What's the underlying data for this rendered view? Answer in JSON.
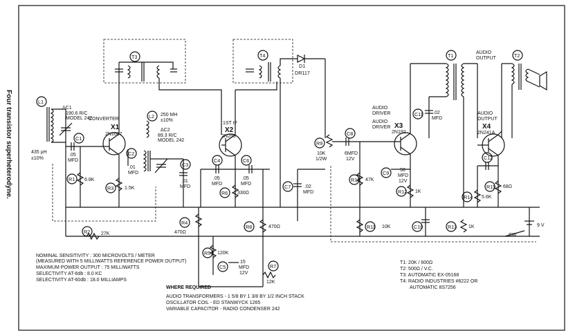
{
  "side_title": "Four transistor superheterodyne.",
  "transistors": [
    {
      "id": "X1",
      "type": "2N1087",
      "role": "CONVERTER"
    },
    {
      "id": "X2",
      "type": "2N293",
      "role": "1ST IF"
    },
    {
      "id": "X3",
      "type": "2N192",
      "role": "AUDIO DRIVER"
    },
    {
      "id": "X4",
      "type": "2N241A",
      "role": "AUDIO OUTPUT"
    }
  ],
  "labels": {
    "L1": "L1",
    "L2": "L2",
    "T1": "T1",
    "T2": "T2",
    "T3": "T3",
    "T4": "T4",
    "D1": "D1",
    "DR117": "DR117",
    "C1": "C1",
    "C2": "C2",
    "C3": "C3",
    "C4": "C4",
    "C5": "C5",
    "C6": "C6",
    "C7": "C7",
    "C8": "C8",
    "C9": "C9",
    "C10": "C10",
    "C11": "C11",
    "C12": "C12",
    "R1": "R1",
    "R2": "R2",
    "R3": "R3",
    "R4": "R4",
    "R5": "R5",
    "R6": "R6",
    "R7": "R7",
    "R8": "R8",
    "R9": "R9",
    "R10": "R10",
    "R11": "R11",
    "R12": "R12",
    "R13": "R13",
    "R14": "R14",
    "R15": "R15",
    "SW": "SW",
    "battery": "9 V",
    "dc1_a": "ΔC1",
    "dc1_b": "190.6 R/C",
    "dc1_c": "MODEL 242",
    "dc2_a": "ΔC2",
    "dc2_b": "89.3 R/C",
    "dc2_c": "MODEL 242",
    "l2_val_a": "250 MH",
    "l2_val_b": "±10%",
    "l1_val_a": "435 µH",
    "l1_val_b": "±10%",
    "c1_val": ".05",
    "c1_unit": "MFD",
    "c2_val": ".01",
    "c2_unit": "MFD",
    "c3_val": ".01",
    "c3_unit": "MFD",
    "c4_val": ".05",
    "c4_unit": "MFD",
    "c6_val": ".05",
    "c6_unit": "MFD",
    "c7_val": ".02",
    "c7_unit": "MFD",
    "c8_val": "6MFD",
    "c8_v": "12V",
    "c9_val": "50",
    "c9_unit": "MFD",
    "c9_v": "12V",
    "c11_val": ".02",
    "c11_unit": "MFD",
    "c5_val": "15",
    "c5_unit": "MFD",
    "c5_v": "12V",
    "r1_val": "6.8K",
    "r2_val": "27K",
    "r3_val": "1.5K",
    "r4_val": "470Ω",
    "r5_val": "120K",
    "r6_val": "330Ω",
    "r7_val": "12K",
    "r8_val": "470Ω",
    "r9_val_a": "10K",
    "r9_val_b": "1/2W",
    "r10_val": "47K",
    "r11_val": "10K",
    "r12_val": "1K",
    "r13_val": "1K",
    "r14_val": "5.6K",
    "r15_val": "68Ω",
    "audio_driver_a": "AUDIO",
    "audio_driver_b": "DRIVER",
    "audio_output_a": "AUDIO",
    "audio_output_b": "OUTPUT"
  },
  "notes": [
    "NOMINAL SENSITIVITY : 300 MICROVOLTS / METER",
    "(MEASURED WITH 5 MILLIWATTS REFERENCE POWER OUTPUT)",
    "MAXIMUM POWER OUTPUT : 75 MILLIWATTS",
    "SELECTIVITY AT-6db : 8.0 KC",
    "SELECTIVITY AT-60db : 18.0 MILLIAMPS"
  ],
  "where_required": {
    "heading": "WHERE REQUIRED",
    "lines": [
      "AUDIO TRANSFORMERS - 1 5/8 BY 1 3/8 BY 1/2 INCH STACK",
      "OSCILLATOR COIL - ED STANWYCK 1265",
      "VARIABLE CAPACITOR - RADIO CONDENSER 242"
    ]
  },
  "transformer_specs": [
    "T1: 20K / 600Ω",
    "T2: 500Ω / V.C.",
    "T3: AUTOMATIC EX-05168",
    "T4: RADIO INDUSTRIES #8222 OR",
    "AUTOMATIC 8S7256"
  ]
}
